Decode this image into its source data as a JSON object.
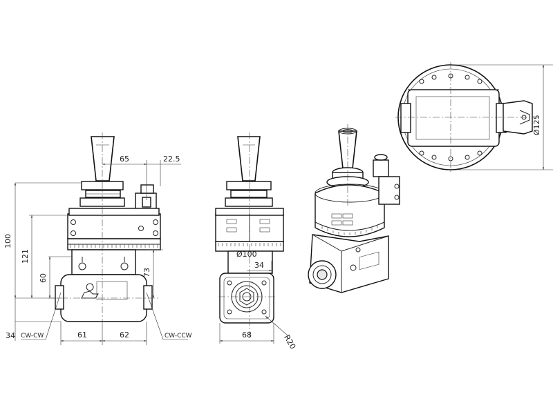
{
  "dimensions": {
    "d65": "65",
    "d22_5": "22.5",
    "d100": "100",
    "d121": "121",
    "d60": "60",
    "d73": "73",
    "d34_left": "34",
    "d61": "61",
    "d62": "62",
    "d100_dia": "Ø100",
    "d34_side": "34",
    "d68": "68",
    "r20": "R20",
    "d125": "Ø125"
  },
  "labels": {
    "cw_ccw_left": "CW-CW",
    "cw_ccw_right": "CW-CCW"
  }
}
